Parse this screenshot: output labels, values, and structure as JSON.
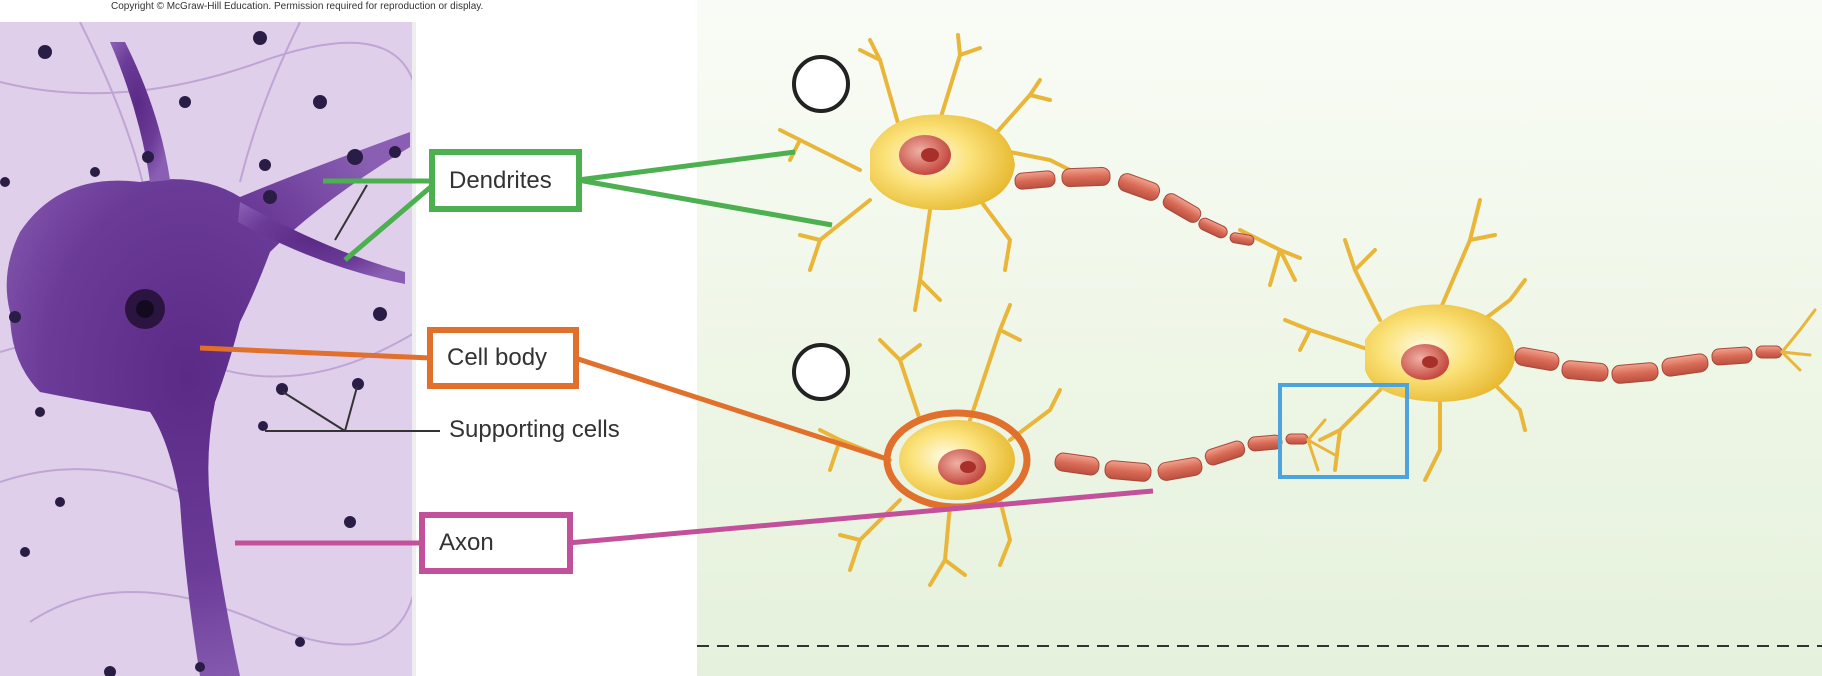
{
  "header": {
    "copyright": "Copyright © McGraw-Hill Education. Permission required for reproduction or display."
  },
  "labels": {
    "dendrites": "Dendrites",
    "cell_body": "Cell body",
    "supporting_cells": "Supporting cells",
    "axon": "Axon"
  },
  "colors": {
    "dendrites": "#4caf50",
    "cell_body": "#e0702c",
    "axon": "#c2509a",
    "synapse_box": "#4da3dc",
    "neuron_body": "#f4d13a",
    "axon_segment": "#d96b57"
  }
}
